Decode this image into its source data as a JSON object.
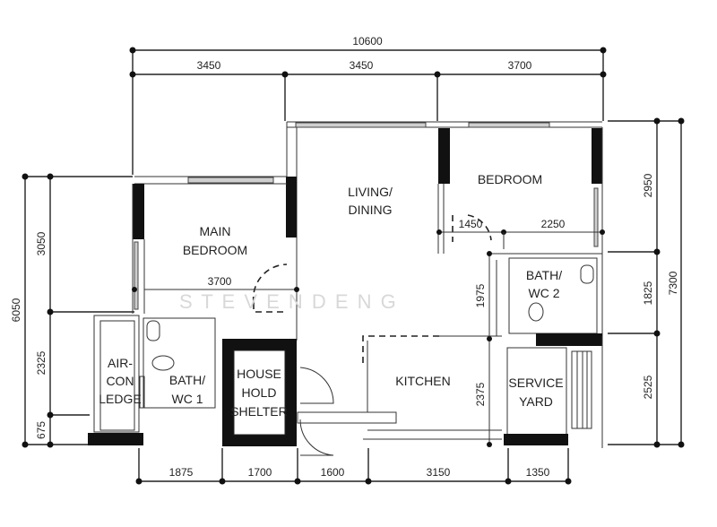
{
  "plan": {
    "watermark": "S T E V E N   D E N G",
    "rooms": {
      "living_dining": [
        "LIVING/",
        "DINING"
      ],
      "bedroom": [
        "BEDROOM"
      ],
      "main_bedroom": [
        "MAIN",
        "BEDROOM"
      ],
      "bath_wc2": [
        "BATH/",
        "WC 2"
      ],
      "bath_wc1": [
        "BATH/",
        "WC 1"
      ],
      "aircon_ledge": [
        "AIR-",
        "CON",
        "LEDGE"
      ],
      "household_shelter": [
        "HOUSE",
        "HOLD",
        "SHELTER"
      ],
      "kitchen": [
        "KITCHEN"
      ],
      "service_yard": [
        "SERVICE",
        "YARD"
      ]
    },
    "dimensions": {
      "top_total": "10600",
      "top_segments": [
        "3450",
        "3450",
        "3700"
      ],
      "bottom_segments": [
        "1875",
        "1700",
        "1600",
        "3150",
        "1350"
      ],
      "left_total": "6050",
      "left_segments": [
        "3050",
        "2325",
        "675"
      ],
      "right_total": "7300",
      "right_segments": [
        "2950",
        "1825",
        "2525"
      ],
      "main_bedroom_width": "3700",
      "bedroom_door_width": "1450",
      "bedroom_width": "2250",
      "corridor_1975": "1975",
      "kitchen_2375": "2375"
    },
    "colors": {
      "line": "#222222",
      "wall": "#111111",
      "watermark": "#d8d8d8"
    }
  }
}
